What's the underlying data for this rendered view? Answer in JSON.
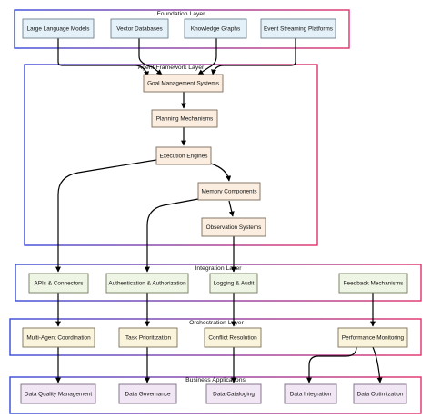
{
  "layers": {
    "foundation": "Foundation Layer",
    "agent_framework": "Agent Framework Layer",
    "integration": "Integration Layer",
    "orchestration": "Orchestration Layer",
    "business": "Business Applications"
  },
  "nodes": {
    "llm": "Large Language Models",
    "vector_db": "Vector Databases",
    "knowledge_graphs": "Knowledge Graphs",
    "event_streaming": "Event Streaming Platforms",
    "goal_mgmt": "Goal Management Systems",
    "planning": "Planning Mechanisms",
    "execution": "Execution Engines",
    "memory": "Memory Components",
    "observation": "Observation Systems",
    "apis": "APIs & Connectors",
    "auth": "Authentication & Authorization",
    "logging": "Logging & Audit",
    "feedback": "Feedback Mechanisms",
    "multi_agent": "Multi-Agent Coordination",
    "task_prio": "Task Prioritization",
    "conflict": "Conflict Resolution",
    "perf_mon": "Performance Monitoring",
    "dq_mgmt": "Data Quality Management",
    "governance": "Data Governance",
    "cataloging": "Data Cataloging",
    "integration": "Data Integration",
    "optimization": "Data Optimization"
  },
  "colors": {
    "foundation_fill": "#e4f1f8",
    "framework_fill": "#fbeee0",
    "integration_fill": "#eff5e4",
    "orchestration_fill": "#fbf4dc",
    "business_fill": "#f1e6f4",
    "layer_border_left": "#3848d8",
    "layer_border_right": "#e0306a"
  }
}
